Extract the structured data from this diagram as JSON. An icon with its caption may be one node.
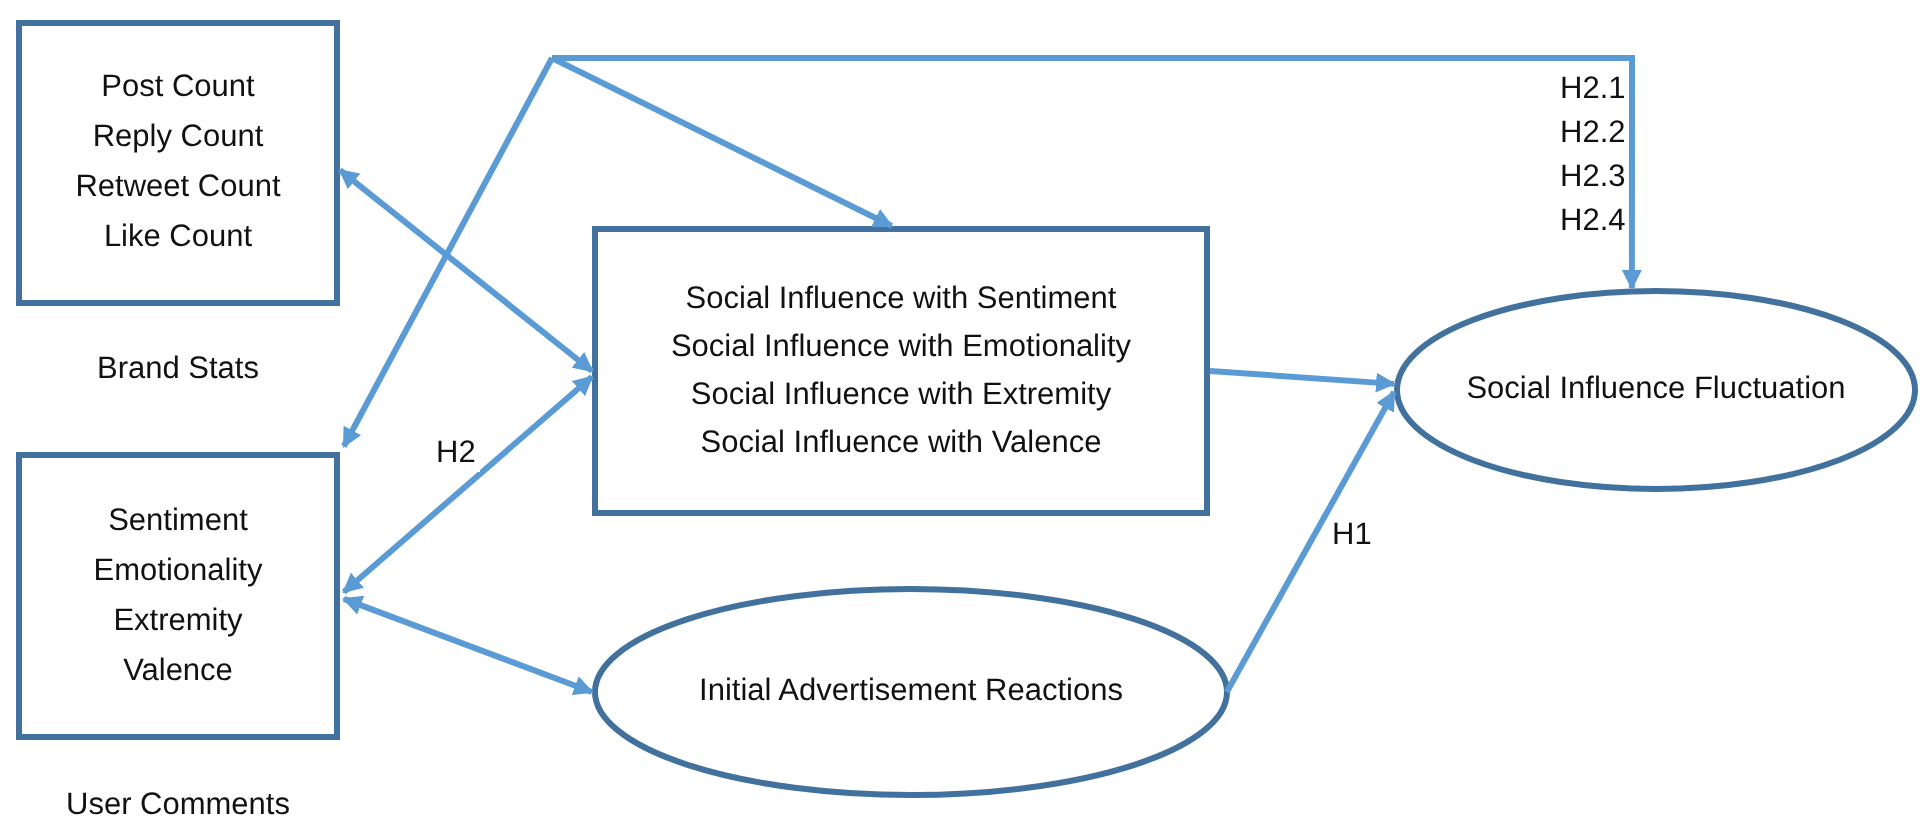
{
  "diagram": {
    "nodes": [
      {
        "text": [
          "Post Count",
          "Reply Count",
          "Retweet Count",
          "Like Count",
          "Brand Stats"
        ]
      },
      {
        "text": [
          "Social Influence with Sentiment",
          "Social Influence with Emotionality",
          "Social Influence with Extremity",
          "Social Influence with Valence"
        ]
      },
      {
        "text": [
          "Social Influence Fluctuation"
        ]
      },
      {
        "text": [
          "Sentiment",
          "Emotionality",
          "Extremity",
          "Valence",
          "User Comments"
        ]
      },
      {
        "text": [
          "Initial Advertisement Reactions"
        ]
      }
    ],
    "edges": [
      {
        "from": 0,
        "to": 1,
        "arrow": "both"
      },
      {
        "from": 3,
        "to": 1,
        "arrow": "both",
        "label": "H2"
      },
      {
        "from": 3,
        "to": 4,
        "arrow": "both"
      },
      {
        "from": 1,
        "to": 2,
        "arrow": "to"
      },
      {
        "from": 4,
        "to": 2,
        "arrow": "to",
        "label": "H1"
      },
      {
        "from": null,
        "to": 3,
        "arrow": "to"
      },
      {
        "from": null,
        "to": 1,
        "arrow": "to"
      },
      {
        "from": null,
        "to": 2,
        "arrow": "to"
      }
    ],
    "labels": [
      "H2.1",
      "H2.2",
      "H2.3",
      "H2.4"
    ]
  }
}
